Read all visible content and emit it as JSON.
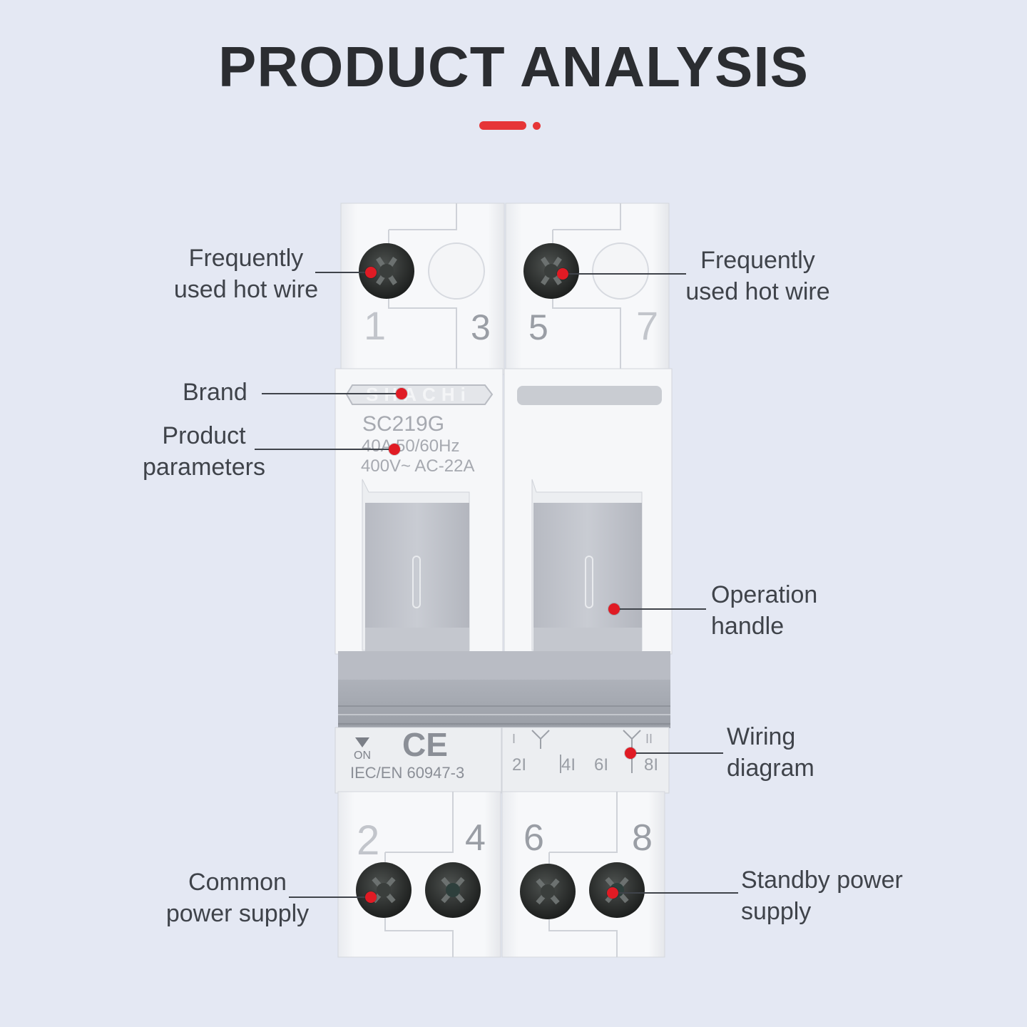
{
  "title": "PRODUCT ANALYSIS",
  "accent_color": "#e63537",
  "device": {
    "brand_text": "SHACHi",
    "model": "SC219G",
    "rating_line1": "40A 50/60Hz",
    "rating_line2": "400V~  AC-22A",
    "on_label": "ON",
    "standard": "IEC/EN 60947-3",
    "mark": "CE",
    "top_terminals": [
      "1",
      "3",
      "5",
      "7"
    ],
    "bottom_terminals": [
      "2",
      "4",
      "6",
      "8"
    ],
    "wiring_labels": [
      "2I",
      "4I",
      "6I",
      "8I"
    ],
    "wiring_symbols": [
      "I",
      "II"
    ]
  },
  "callouts": {
    "hot_wire_left": [
      "Frequently",
      "used hot wire"
    ],
    "hot_wire_right": [
      "Frequently",
      "used hot wire"
    ],
    "brand": [
      "Brand"
    ],
    "parameters": [
      "Product",
      "parameters"
    ],
    "handle": [
      "Operation",
      "handle"
    ],
    "wiring": [
      "Wiring",
      "diagram"
    ],
    "common": [
      "Common",
      "power supply"
    ],
    "standby": [
      "Standby power",
      "supply"
    ]
  }
}
